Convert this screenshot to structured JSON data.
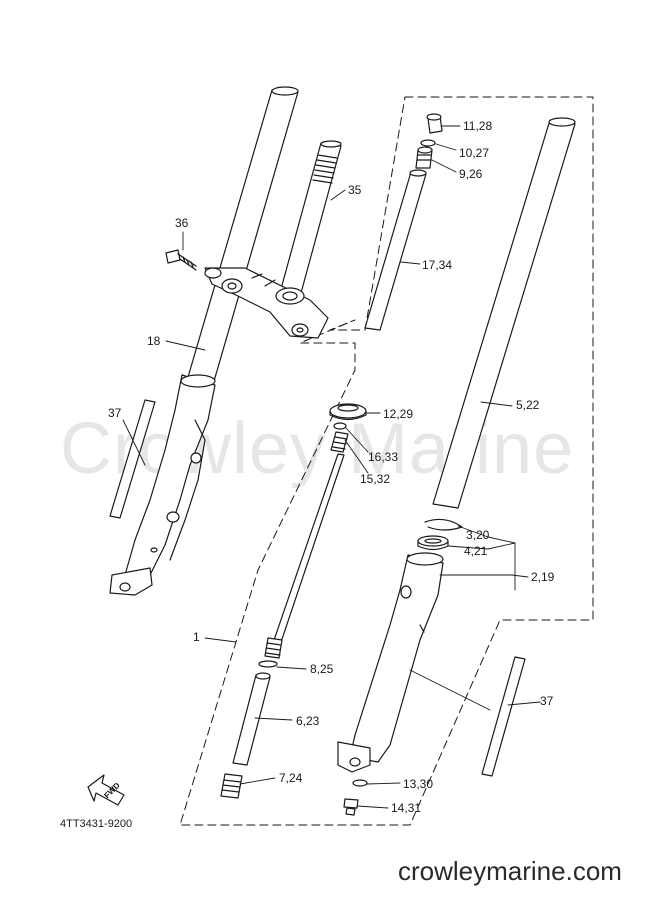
{
  "diagram": {
    "ref_code": "4TT3431-9200",
    "watermark": "Crowley Marine",
    "website": "crowleymarine.com",
    "fwd_label": "FWD",
    "callouts": {
      "c1": "1",
      "c2_19": "2,19",
      "c3_20": "3,20",
      "c4_21": "4,21",
      "c5_22": "5,22",
      "c6_23": "6,23",
      "c7_24": "7,24",
      "c8_25": "8,25",
      "c9_26": "9,26",
      "c10_27": "10,27",
      "c11_28": "11,28",
      "c12_29": "12,29",
      "c13_30": "13,30",
      "c14_31": "14,31",
      "c15_32": "15,32",
      "c16_33": "16,33",
      "c17_34": "17,34",
      "c18": "18",
      "c35": "35",
      "c36": "36",
      "c37_left": "37",
      "c37_right": "37"
    }
  }
}
